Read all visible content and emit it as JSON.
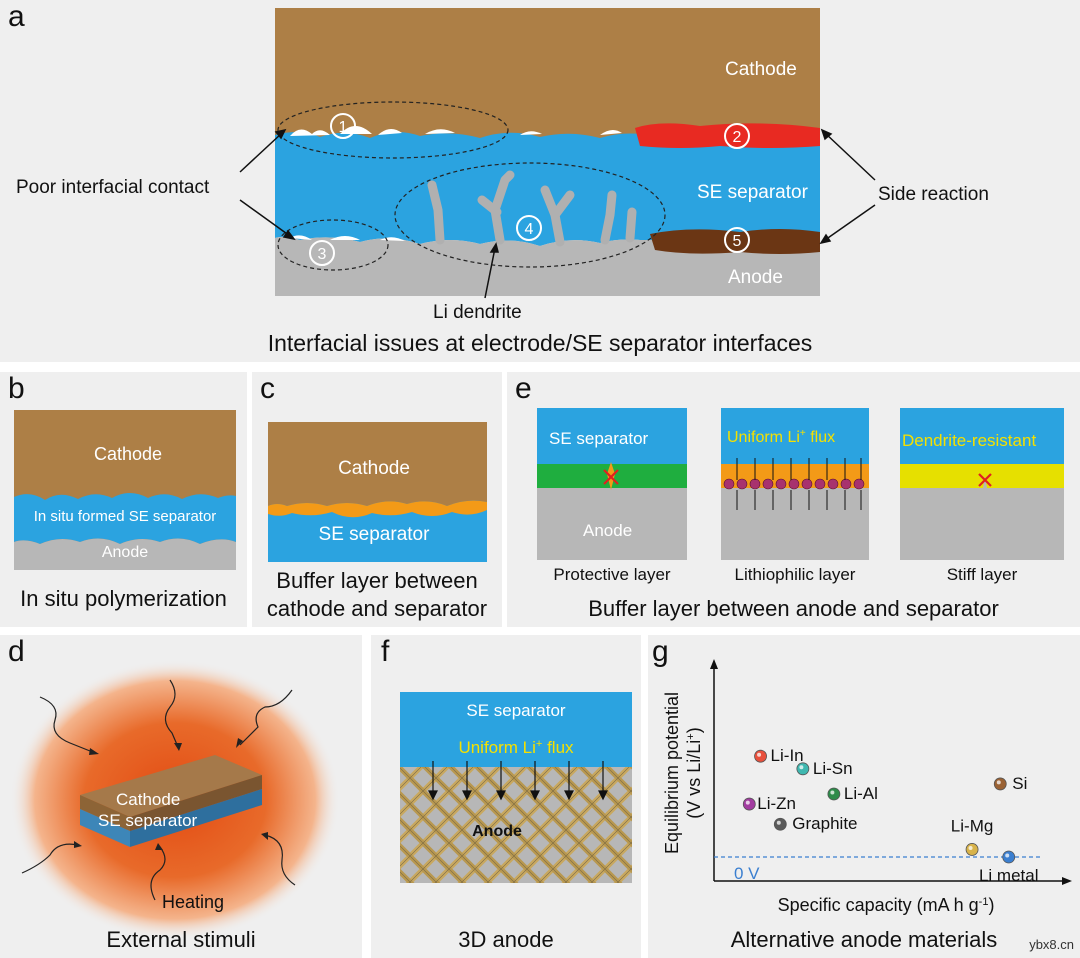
{
  "panel_a": {
    "label": "a",
    "cathode": "Cathode",
    "separator": "SE separator",
    "anode": "Anode",
    "poor_contact": "Poor interfacial contact",
    "side_reaction": "Side reaction",
    "dendrite": "Li dendrite",
    "markers": [
      "1",
      "2",
      "3",
      "4",
      "5"
    ],
    "caption": "Interfacial issues at electrode/SE separator interfaces"
  },
  "panel_b": {
    "label": "b",
    "cathode": "Cathode",
    "separator": "In situ formed SE separator",
    "anode": "Anode",
    "caption": "In situ polymerization"
  },
  "panel_c": {
    "label": "c",
    "cathode": "Cathode",
    "separator": "SE separator",
    "caption_line1": "Buffer layer between",
    "caption_line2": "cathode and separator"
  },
  "panel_e": {
    "label": "e",
    "separator": "SE separator",
    "anode": "Anode",
    "flux_text": "Uniform Li",
    "flux_sup": "+",
    "flux_tail": " flux",
    "dendrite_resistant": "Dendrite-resistant",
    "sub_captions": [
      "Protective layer",
      "Lithiophilic layer",
      "Stiff layer"
    ],
    "caption": "Buffer layer between anode and separator"
  },
  "panel_d": {
    "label": "d",
    "cathode": "Cathode",
    "separator": "SE separator",
    "heating": "Heating",
    "caption": "External stimuli"
  },
  "panel_f": {
    "label": "f",
    "separator": "SE separator",
    "flux_text": "Uniform Li",
    "flux_sup": "+",
    "flux_tail": " flux",
    "anode": "Anode",
    "caption": "3D anode"
  },
  "panel_g": {
    "label": "g",
    "ylabel_line1": "Equilibrium potential",
    "ylabel_line2": "(V vs Li/Li",
    "ylabel_sup": "+",
    "ylabel_tail": ")",
    "xlabel": "Specific capacity (mA h g",
    "xlabel_sup": "-1",
    "xlabel_tail": ")",
    "zero_label": "0 V",
    "caption": "Alternative anode materials",
    "colors": {
      "Li-In": "#e8503c",
      "Li-Sn": "#3fb8b0",
      "Li-Al": "#2e8b4a",
      "Si": "#9a6234",
      "Li-Zn": "#a23ca0",
      "Graphite": "#5a5a5a",
      "Li-Mg": "#d8b34a",
      "Li metal": "#3b7fd0"
    }
  },
  "chart_data": {
    "type": "scatter",
    "title": "",
    "xlabel": "Specific capacity (mA h g-1)",
    "ylabel": "Equilibrium potential (V vs Li/Li+)",
    "points": [
      {
        "label": "Li-In",
        "x": 0.08,
        "y": 0.8
      },
      {
        "label": "Li-Sn",
        "x": 0.23,
        "y": 0.7
      },
      {
        "label": "Li-Al",
        "x": 0.34,
        "y": 0.5
      },
      {
        "label": "Si",
        "x": 0.93,
        "y": 0.58
      },
      {
        "label": "Li-Zn",
        "x": 0.04,
        "y": 0.42
      },
      {
        "label": "Graphite",
        "x": 0.15,
        "y": 0.26
      },
      {
        "label": "Li-Mg",
        "x": 0.83,
        "y": 0.06
      },
      {
        "label": "Li metal",
        "x": 0.96,
        "y": 0.0
      }
    ],
    "reference_line": {
      "label": "0 V",
      "y": 0
    }
  },
  "watermark": "ybx8.cn"
}
